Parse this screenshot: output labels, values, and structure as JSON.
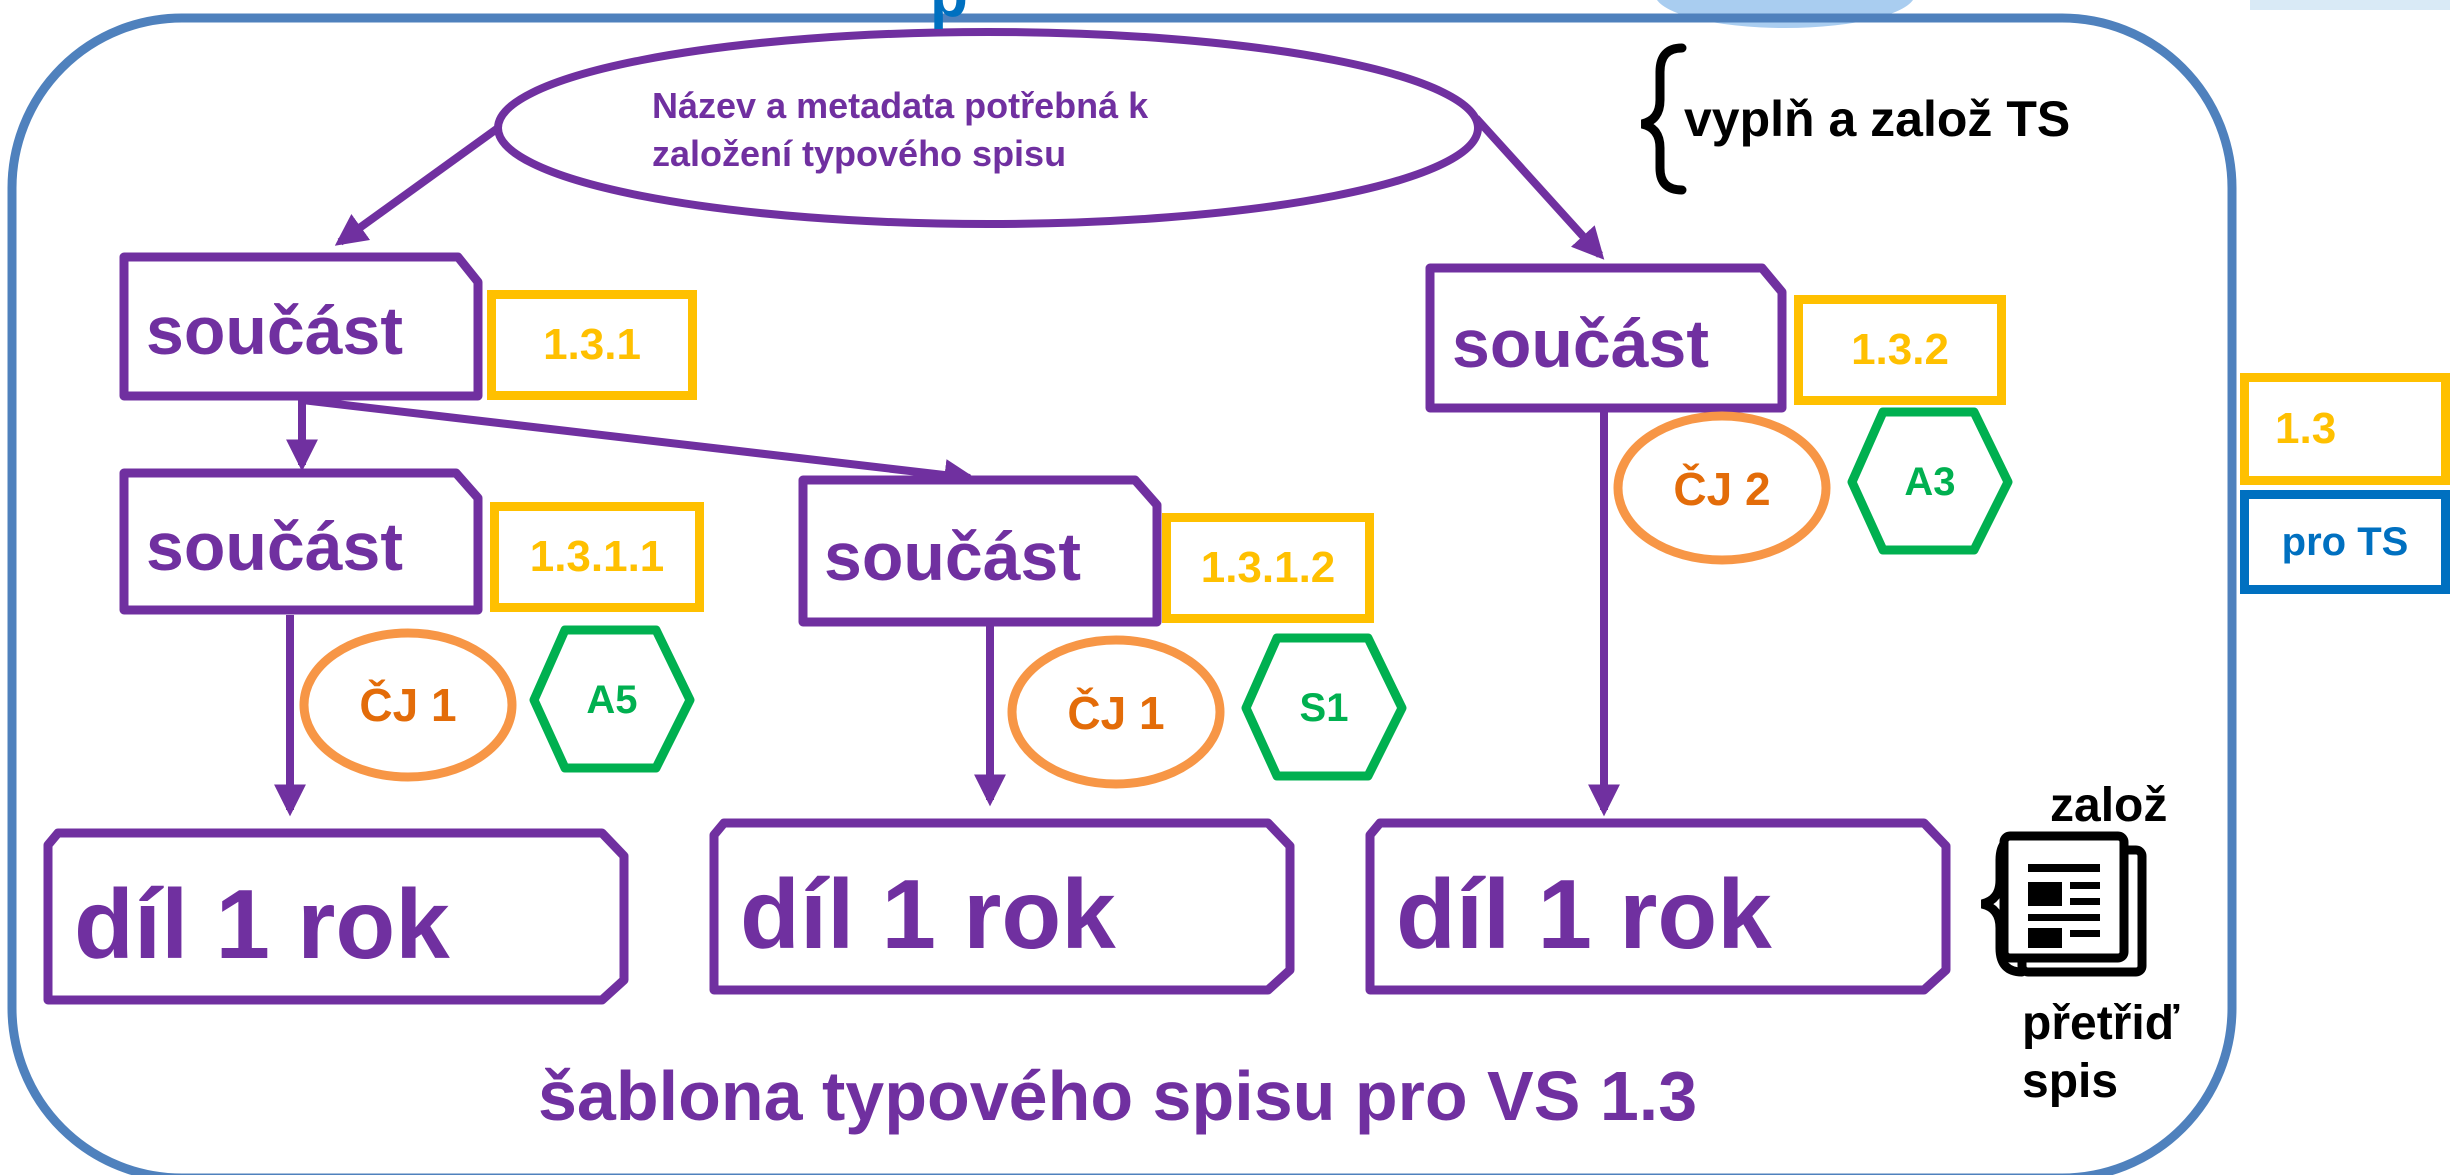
{
  "header": {
    "partial_title": "p"
  },
  "root": {
    "label": "Název a metadata potřebná k založení typového spisu"
  },
  "fill_note": "vyplň a založ TS",
  "nodes": [
    {
      "label": "součást",
      "code": "1.3.1"
    },
    {
      "label": "součást",
      "code": "1.3.2"
    },
    {
      "label": "součást",
      "code": "1.3.1.1"
    },
    {
      "label": "součást",
      "code": "1.3.1.2"
    }
  ],
  "cj_tags": [
    "ČJ 1",
    "ČJ 1",
    "ČJ 2"
  ],
  "retention_tags": [
    "A5",
    "S1",
    "A3"
  ],
  "parts": [
    "díl 1 rok",
    "díl 1 rok",
    "díl 1 rok"
  ],
  "side": {
    "code": "1.3",
    "for_ts": "pro TS"
  },
  "actions": {
    "create": "založ",
    "reclassify_line1": "přetřiď",
    "reclassify_line2": "spis"
  },
  "template_title": "šablona typového spisu pro VS 1.3",
  "colors": {
    "purple": "#7030a0",
    "gold": "#ffc000",
    "orange": "#f79646",
    "green": "#00b050",
    "blue": "#0070c0",
    "frame": "#4f81bd"
  }
}
